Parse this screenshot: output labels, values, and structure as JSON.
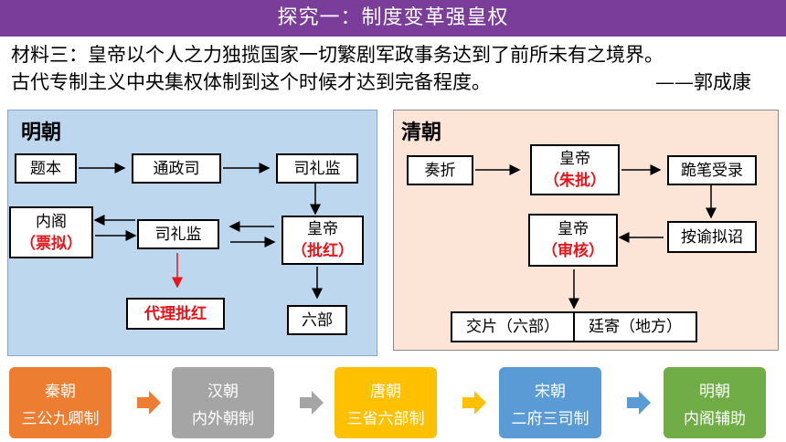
{
  "header": {
    "title": "探究一：制度变革强皇权"
  },
  "material": {
    "line1": "材料三：皇帝以个人之力独揽国家一切繁剧军政事务达到了前所未有之境界。",
    "line2": "古代专制主义中央集权体制到这个时候才达到完备程度。",
    "author": "——郭成康"
  },
  "ming": {
    "title": "明朝",
    "tiben": "题本",
    "tongzhengsi": "通政司",
    "silijian_top": "司礼监",
    "neige": "内阁",
    "neige_note": "（票拟）",
    "silijian_mid": "司礼监",
    "emperor": "皇帝",
    "emperor_note": "（批红）",
    "daili": "代理批红",
    "libu": "六部"
  },
  "qing": {
    "title": "清朝",
    "zouzhe": "奏折",
    "emperor1": "皇帝",
    "emperor1_note": "（朱批）",
    "shoulu": "跪笔受录",
    "emperor2": "皇帝",
    "emperor2_note": "（审核）",
    "niyu": "按谕拟诏",
    "jiaopian": "交片（六部）",
    "tingji": "廷寄（地方）"
  },
  "dynasties": [
    {
      "name": "秦朝",
      "system": "三公九卿制",
      "color": "#ed7d31"
    },
    {
      "name": "汉朝",
      "system": "内外朝制",
      "color": "#a5a5a5"
    },
    {
      "name": "唐朝",
      "system": "三省六部制",
      "color": "#ffc000"
    },
    {
      "name": "宋朝",
      "system": "二府三司制",
      "color": "#5b9bd5"
    },
    {
      "name": "明朝",
      "system": "内阁辅助",
      "color": "#70ad47"
    }
  ],
  "colors": {
    "header": "#7a3d9a",
    "ming_bg": "#bdd7ee",
    "qing_bg": "#fce4d6",
    "accent_red": "#e8141a",
    "flow_arrow": "#5b9bd5"
  }
}
